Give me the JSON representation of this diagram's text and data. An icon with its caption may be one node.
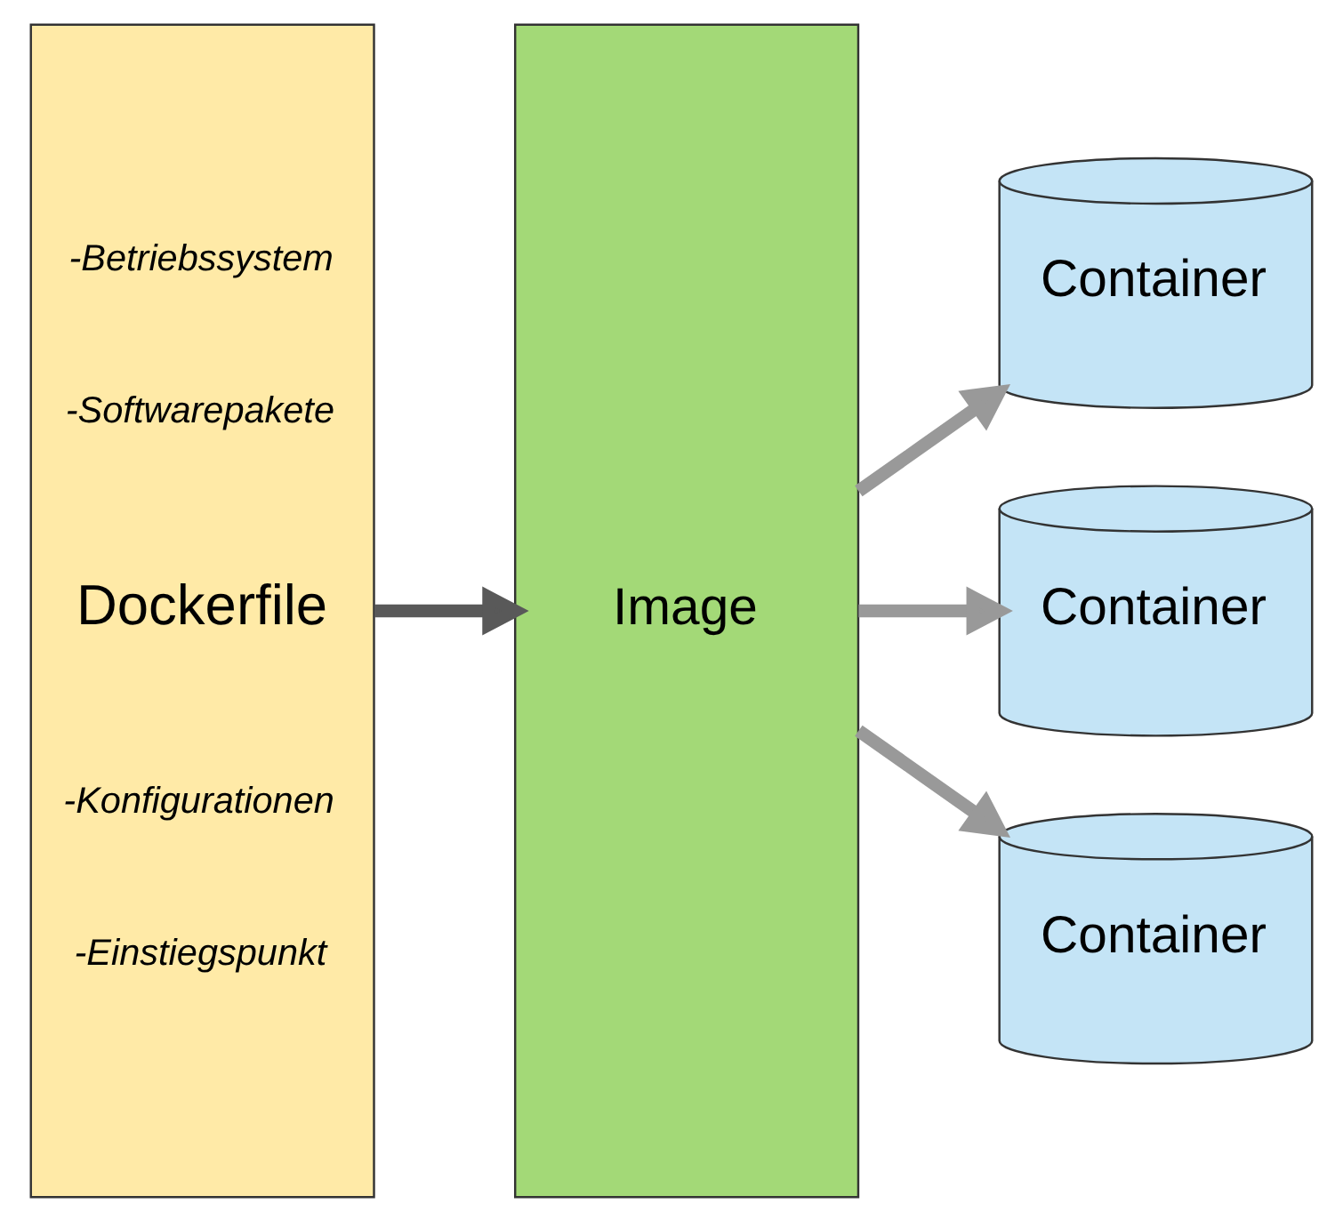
{
  "diagram": {
    "nodes": [
      {
        "text": [
          "-Betriebssystem",
          "-Softwarepakete",
          "Dockerfile",
          "-Konfigurationen",
          "-Einstiegspunkt"
        ]
      },
      {
        "text": [
          "Image"
        ]
      },
      {
        "text": [
          "Container"
        ]
      },
      {
        "text": [
          "Container"
        ]
      },
      {
        "text": [
          "Container"
        ]
      }
    ],
    "edges": [
      {
        "from": 0,
        "to": 1,
        "arrow": "to",
        "color": "#595959"
      },
      {
        "from": 1,
        "to": 2,
        "arrow": "to"
      },
      {
        "from": 1,
        "to": 3,
        "arrow": "to"
      },
      {
        "from": 1,
        "to": 4,
        "arrow": "to"
      }
    ]
  }
}
